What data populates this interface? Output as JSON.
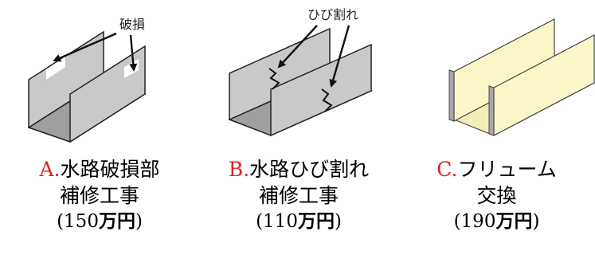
{
  "panels": [
    {
      "annotation": "破損",
      "letter": "A.",
      "line1": "水路破損部",
      "line2": "補修工事",
      "cost_number": "150",
      "cost_unit": "万円"
    },
    {
      "annotation": "ひび割れ",
      "letter": "B.",
      "line1": "水路ひび割れ",
      "line2": "補修工事",
      "cost_number": "110",
      "cost_unit": "万円"
    },
    {
      "annotation": "",
      "letter": "C.",
      "line1": "フリューム",
      "line2": "交換",
      "cost_number": "190",
      "cost_unit": "万円"
    }
  ],
  "colors": {
    "letter": "#e02020",
    "channel_gray": "#c9c9cb",
    "channel_new": "#fbf6c8"
  }
}
